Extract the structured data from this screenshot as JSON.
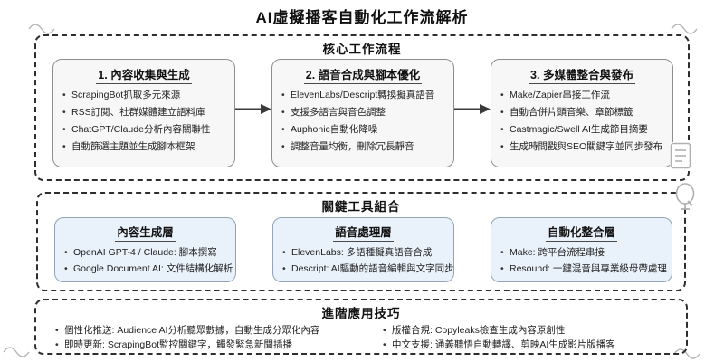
{
  "title": "AI虛擬播客自動化工作流解析",
  "colors": {
    "background": "#ffffff",
    "dashed_border": "#2e2e2e",
    "step_box_bg": "#f7f7f7",
    "step_box_border": "#8e8e8e",
    "tool_box_bg": "#e9f1fa",
    "tool_box_border": "#93a3b8",
    "text": "#1c1c1c",
    "decoration_gray": "#b5b5b5"
  },
  "icons": {
    "flow_arrow": "arrow-right-icon",
    "note": "document-icon",
    "magnifier": "search-icon",
    "corner_wave": "squiggle-decoration"
  },
  "sections": {
    "workflow": {
      "label": "核心工作流程",
      "steps": [
        {
          "title": "1. 內容收集與生成",
          "bullets": [
            "ScrapingBot抓取多元來源",
            "RSS訂閱、社群媒體建立語料庫",
            "ChatGPT/Claude分析內容關聯性",
            "自動篩選主題並生成腳本框架"
          ]
        },
        {
          "title": "2. 語音合成與腳本優化",
          "bullets": [
            "ElevenLabs/Descript轉換擬真語音",
            "支援多語言與音色調整",
            "Auphonic自動化降噪",
            "調整音量均衡，刪除冗長靜音"
          ]
        },
        {
          "title": "3. 多媒體整合與發布",
          "bullets": [
            "Make/Zapier串接工作流",
            "自動合併片頭音樂、章節標籤",
            "Castmagic/Swell AI生成節目摘要",
            "生成時間戳與SEO關鍵字並同步發布"
          ]
        }
      ]
    },
    "tools": {
      "label": "關鍵工具組合",
      "groups": [
        {
          "title": "內容生成層",
          "bullets": [
            "OpenAI GPT-4 / Claude: 腳本撰寫",
            "Google Document AI: 文件結構化解析"
          ]
        },
        {
          "title": "語音處理層",
          "bullets": [
            "ElevenLabs: 多語種擬真語音合成",
            "Descript: AI驅動的語音編輯與文字同步"
          ]
        },
        {
          "title": "自動化整合層",
          "bullets": [
            "Make: 跨平台流程串接",
            "Resound: 一鍵混音與專業級母帶處理"
          ]
        }
      ]
    },
    "tips": {
      "label": "進階應用技巧",
      "columns": [
        [
          "個性化推送: Audience AI分析聽眾數據，自動生成分眾化內容",
          "即時更新: ScrapingBot監控關鍵字，觸發緊急新聞插播"
        ],
        [
          "版權合規: Copyleaks檢查生成內容原創性",
          "中文支援: 通義聽悟自動轉譯、剪映AI生成影片版播客"
        ]
      ]
    }
  }
}
